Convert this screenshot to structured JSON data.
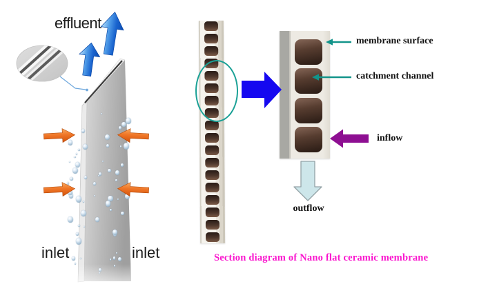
{
  "left_illustration": {
    "effluent_label": "effluent",
    "inlet_left_label": "inlet",
    "inlet_right_label": "inlet",
    "inlet_arrow_count": 4,
    "effluent_arrow_count": 2
  },
  "right_illustration": {
    "labels": {
      "membrane_surface": "membrane surface",
      "catchment_channel": "catchment channel",
      "inflow": "inflow",
      "outflow": "outflow"
    },
    "strip_hole_count": 18,
    "section_hole_count": 4
  },
  "caption": {
    "text": "Section diagram of Nano flat ceramic membrane",
    "color": "#fa16ce"
  },
  "colors": {
    "effluent_arrow_blue": "#1a64cf",
    "inlet_arrow_orange": "#e8641e",
    "zoom_arrow_blue": "#1508f0",
    "annotation_teal": "#12948a",
    "inflow_purple": "#8e0f92",
    "outflow_fill": "#cde6ea",
    "highlight_ellipse_teal": "#1ba196"
  }
}
